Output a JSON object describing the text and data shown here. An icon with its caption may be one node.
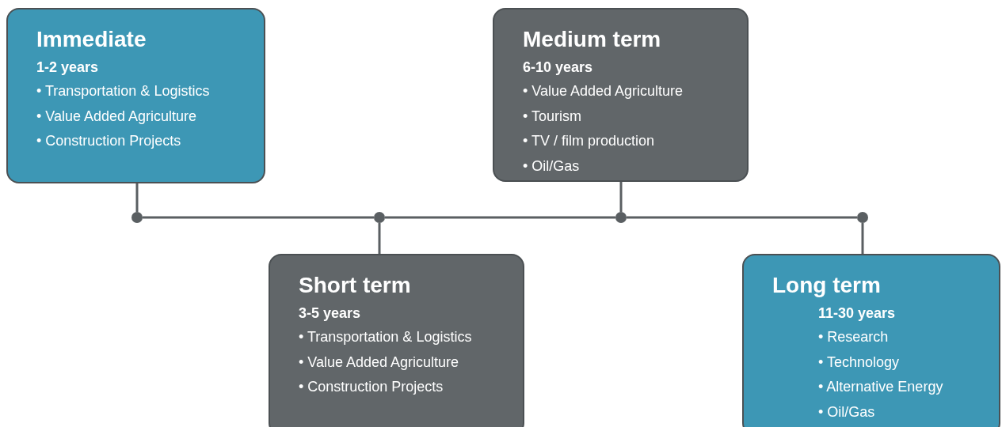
{
  "diagram": {
    "nodes": [
      {
        "text": [
          "Immediate",
          "1-2 years",
          "• Transportation & Logistics",
          "• Value Added Agriculture",
          "• Construction Projects"
        ]
      },
      {
        "text": [
          "Medium term",
          "6-10 years",
          "• Value Added Agriculture",
          "• Tourism",
          "• TV / film production",
          "• Oil/Gas"
        ]
      },
      {
        "text": [],
        "shape": "circle"
      },
      {
        "text": [],
        "shape": "circle"
      },
      {
        "text": [],
        "shape": "circle"
      },
      {
        "text": [],
        "shape": "circle"
      },
      {
        "text": [
          "Short term",
          "3-5 years",
          "• Transportation & Logistics",
          "• Value Added Agriculture",
          "• Construction Projects"
        ]
      },
      {
        "text": [
          "Long term",
          "11-30 years",
          "• Research",
          "• Technology",
          "• Alternative Energy",
          "• Oil/Gas"
        ]
      }
    ],
    "edges": [
      {
        "from": 0,
        "to": 2,
        "arrow": "none"
      },
      {
        "from": 6,
        "to": 3,
        "arrow": "none"
      },
      {
        "from": 1,
        "to": 4,
        "arrow": "none"
      },
      {
        "from": 7,
        "to": 5,
        "arrow": "none"
      },
      {
        "from": 2,
        "to": 3,
        "arrow": "none"
      },
      {
        "from": 3,
        "to": 4,
        "arrow": "none"
      },
      {
        "from": 4,
        "to": 5,
        "arrow": "none"
      }
    ]
  }
}
